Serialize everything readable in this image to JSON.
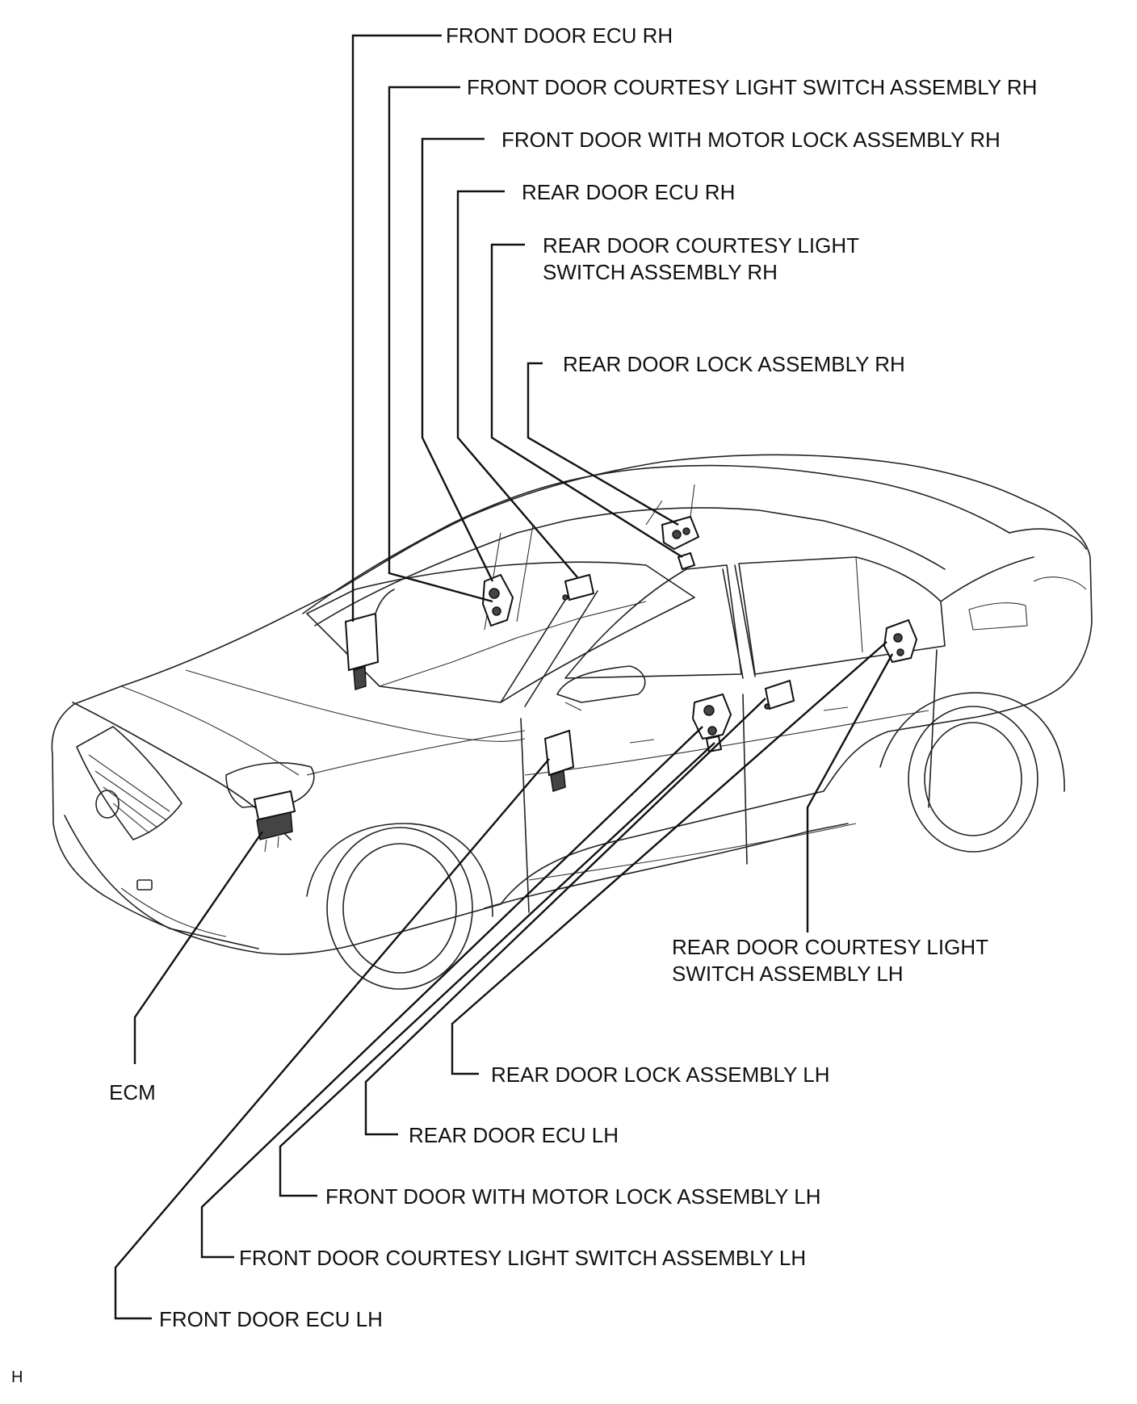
{
  "diagram": {
    "labels": {
      "front_door_ecu_rh": "FRONT DOOR ECU RH",
      "front_door_courtesy_rh": "FRONT DOOR COURTESY LIGHT SWITCH ASSEMBLY RH",
      "front_door_motor_lock_rh": "FRONT DOOR WITH MOTOR LOCK ASSEMBLY RH",
      "rear_door_ecu_rh": "REAR DOOR ECU RH",
      "rear_door_courtesy_rh_line1": "REAR DOOR COURTESY LIGHT",
      "rear_door_courtesy_rh_line2": "SWITCH ASSEMBLY RH",
      "rear_door_lock_rh": "REAR DOOR LOCK ASSEMBLY RH",
      "rear_door_courtesy_lh_line1": "REAR DOOR COURTESY LIGHT",
      "rear_door_courtesy_lh_line2": "SWITCH ASSEMBLY LH",
      "rear_door_lock_lh": "REAR DOOR LOCK ASSEMBLY LH",
      "ecm": "ECM",
      "rear_door_ecu_lh": "REAR DOOR ECU LH",
      "front_door_motor_lock_lh": "FRONT DOOR WITH MOTOR LOCK ASSEMBLY LH",
      "front_door_courtesy_lh": "FRONT DOOR COURTESY LIGHT SWITCH ASSEMBLY LH",
      "front_door_ecu_lh": "FRONT DOOR ECU LH"
    },
    "corner_mark": "H"
  }
}
